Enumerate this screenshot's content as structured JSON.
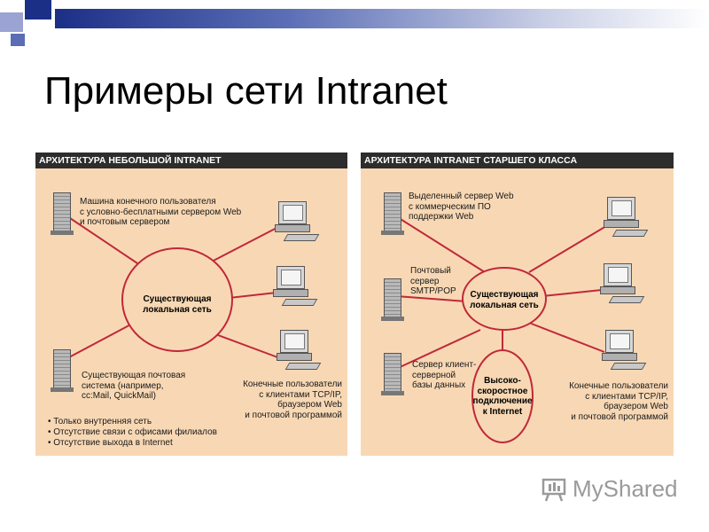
{
  "slide": {
    "title": "Примеры сети Intranet"
  },
  "left_panel": {
    "header": "АРХИТЕКТУРА НЕБОЛЬШОЙ INTRANET",
    "hub_label": "Существующая\nлокальная сеть",
    "top_server_label": "Машина конечного пользователя\nс условно-бесплатными сервером Web\nи почтовым сервером",
    "bottom_server_label": "Существующая почтовая\nсистема (например,\ncc:Mail, QuickMail)",
    "users_label": "Конечные пользователи\nс клиентами TCP/IP,\nбраузером Web\nи почтовой программой",
    "bullets": [
      "• Только внутренняя сеть",
      "• Отсутствие связи с офисами филиалов",
      "• Отсутствие выхода в Internet"
    ]
  },
  "right_panel": {
    "header": "АРХИТЕКТУРА INTRANET СТАРШЕГО КЛАССА",
    "hub_label": "Существующая\nлокальная сеть",
    "internet_label": "Высоко-\nскоростное\nподключение\nк Internet",
    "web_server_label": "Выделенный сервер Web\nс коммерческим ПО\nподдержки Web",
    "mail_server_label": "Почтовый\nсервер\nSMTP/POP",
    "db_server_label": "Сервер клиент-\nсерверной\nбазы данных",
    "users_label": "Конечные пользователи\nс клиентами TCP/IP,\nбраузером Web\nи почтовой программой"
  },
  "watermark": {
    "text": "MyShared"
  },
  "colors": {
    "panel_bg": "#f8d8b4",
    "header_bg": "#2d2d2d",
    "link": "#c0283a",
    "accent_blue": "#1c2f87"
  }
}
